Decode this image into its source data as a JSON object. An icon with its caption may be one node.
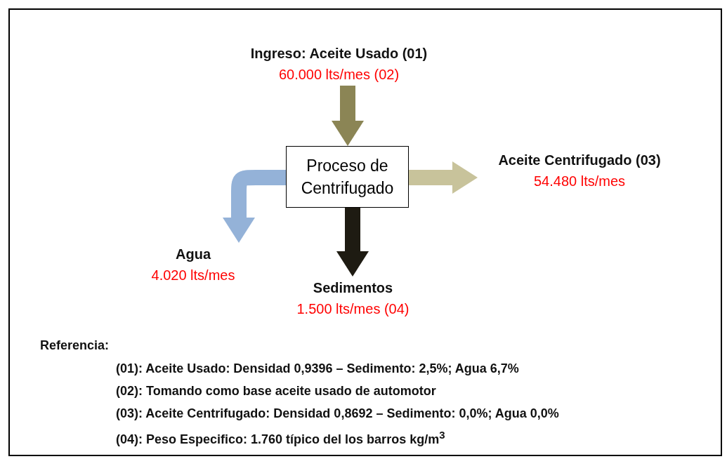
{
  "diagram": {
    "nodes": [
      {
        "text": [
          "Ingreso: Aceite Usado (01)",
          "60.000 lts/mes (02)"
        ]
      },
      {
        "text": [
          "Proceso de Centrifugado"
        ]
      },
      {
        "text": [
          "Aceite Centrifugado (03)",
          "54.480 lts/mes"
        ]
      },
      {
        "text": [
          "Agua",
          "4.020 lts/mes"
        ]
      },
      {
        "text": [
          "Sedimentos",
          "1.500 lts/mes (04)"
        ]
      }
    ],
    "edges": [
      {
        "from": 0,
        "to": 1,
        "arrow": "to",
        "color": "#8b8555"
      },
      {
        "from": 1,
        "to": 2,
        "arrow": "to",
        "color": "#c8c39b"
      },
      {
        "from": 1,
        "to": 3,
        "arrow": "to",
        "color": "#94b2d8"
      },
      {
        "from": 1,
        "to": 4,
        "arrow": "to",
        "color": "#1e1b12"
      }
    ],
    "labels": [
      "Referencia:",
      "(01): Aceite Usado: Densidad 0,9396 – Sedimento: 2,5%; Agua 6,7%",
      "(02): Tomando como base aceite usado de automotor",
      "(03): Aceite Centrifugado: Densidad 0,8692 – Sedimento: 0,0%; Agua 0,0%",
      "(04): Peso Especifico: 1.760 típico del los barros kg/m$^{3}$"
    ]
  }
}
